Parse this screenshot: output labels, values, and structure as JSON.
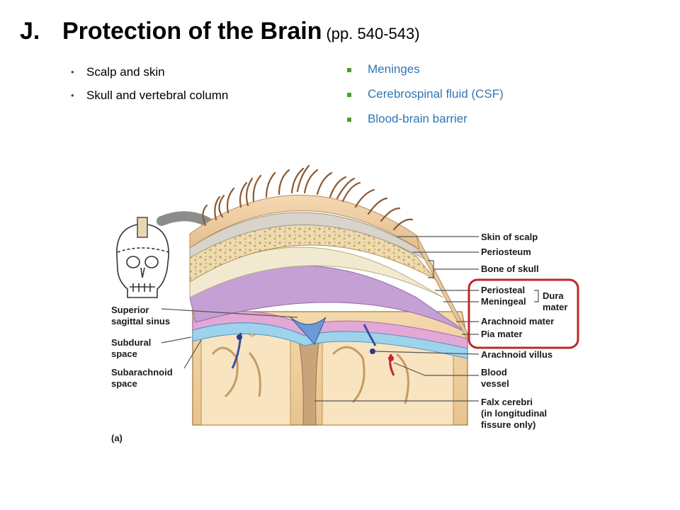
{
  "slide": {
    "title_letter": "J.",
    "title_text": "Protection of the Brain",
    "title_pages": "(pp. 540-543)"
  },
  "left_bullets": [
    {
      "marker": "•",
      "text": "Scalp and skin"
    },
    {
      "marker": "•",
      "text": "Skull and vertebral column"
    }
  ],
  "right_bullets": [
    {
      "marker": "▪",
      "text": "Meninges"
    },
    {
      "marker": "▪",
      "text": "Cerebrospinal fluid (CSF)"
    },
    {
      "marker": "▪",
      "text": "Blood-brain barrier"
    }
  ],
  "figure": {
    "label_skin": "Skin of scalp",
    "label_periosteum": "Periosteum",
    "label_bone": "Bone of skull",
    "label_periosteal": "Periosteal",
    "label_meningeal": "Meningeal",
    "label_dura_1": "Dura",
    "label_dura_2": "mater",
    "label_arachnoid": "Arachnoid mater",
    "label_pia": "Pia mater",
    "label_villus": "Arachnoid villus",
    "label_blood_1": "Blood",
    "label_blood_2": "vessel",
    "label_falx_1": "Falx cerebri",
    "label_falx_2": "(in longitudinal",
    "label_falx_3": "fissure only)",
    "label_sinus_1": "Superior",
    "label_sinus_2": "sagittal sinus",
    "label_subdural_1": "Subdural",
    "label_subdural_2": "space",
    "label_subarachnoid_1": "Subarachnoid",
    "label_subarachnoid_2": "space",
    "panel_label": "(a)",
    "highlight_color": "#c0262d"
  }
}
